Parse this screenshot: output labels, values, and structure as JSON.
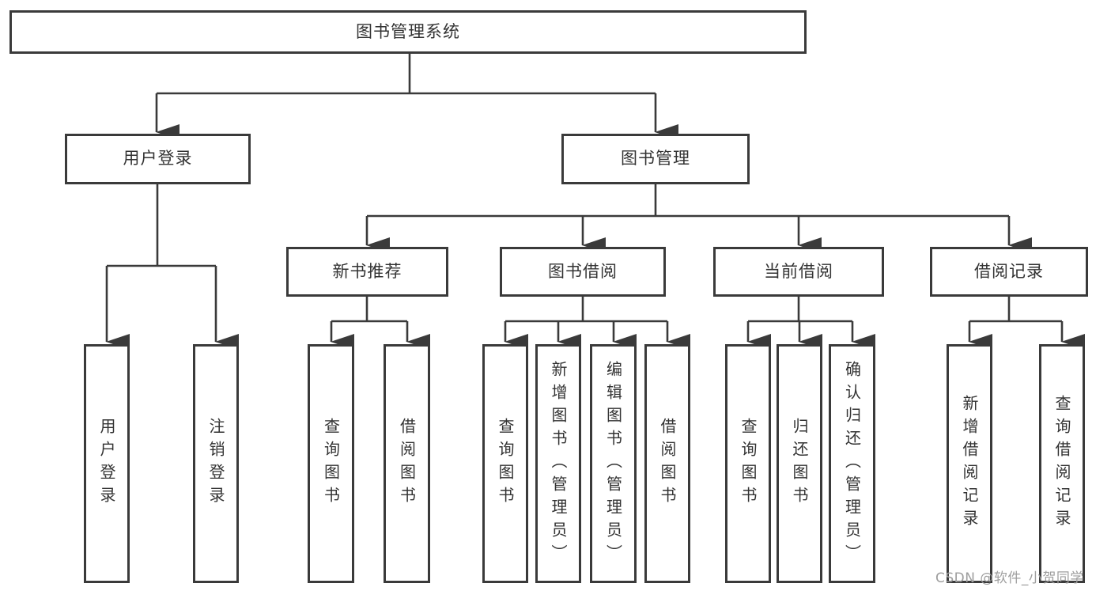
{
  "diagram_title": "图书管理系统",
  "nodes": {
    "root": "图书管理系统",
    "user_login": "用户登录",
    "book_mgmt": "图书管理",
    "new_book_rec": "新书推荐",
    "book_borrow": "图书借阅",
    "current_borrow": "当前借阅",
    "borrow_records": "借阅记录",
    "leaves": [
      "用户登录",
      "注销登录",
      "查询图书",
      "借阅图书",
      "查询图书",
      "新增图书（管理员）",
      "编辑图书（管理员）",
      "借阅图书",
      "查询图书",
      "归还图书",
      "确认归还（管理员）",
      "新增借阅记录",
      "查询借阅记录"
    ]
  },
  "hierarchy": {
    "图书管理系统": {
      "用户登录": [
        "用户登录",
        "注销登录"
      ],
      "图书管理": {
        "新书推荐": [
          "查询图书",
          "借阅图书"
        ],
        "图书借阅": [
          "查询图书",
          "新增图书（管理员）",
          "编辑图书（管理员）",
          "借阅图书"
        ],
        "当前借阅": [
          "查询图书",
          "归还图书",
          "确认归还（管理员）"
        ],
        "借阅记录": [
          "新增借阅记录",
          "查询借阅记录"
        ]
      }
    }
  },
  "watermark": "CSDN @软件_小贺同学",
  "colors": {
    "line": "#3a3a3a",
    "text": "#333333",
    "box-bg": "#ffffff",
    "watermark": "#9e9e9e",
    "bg": "#ffffff"
  }
}
